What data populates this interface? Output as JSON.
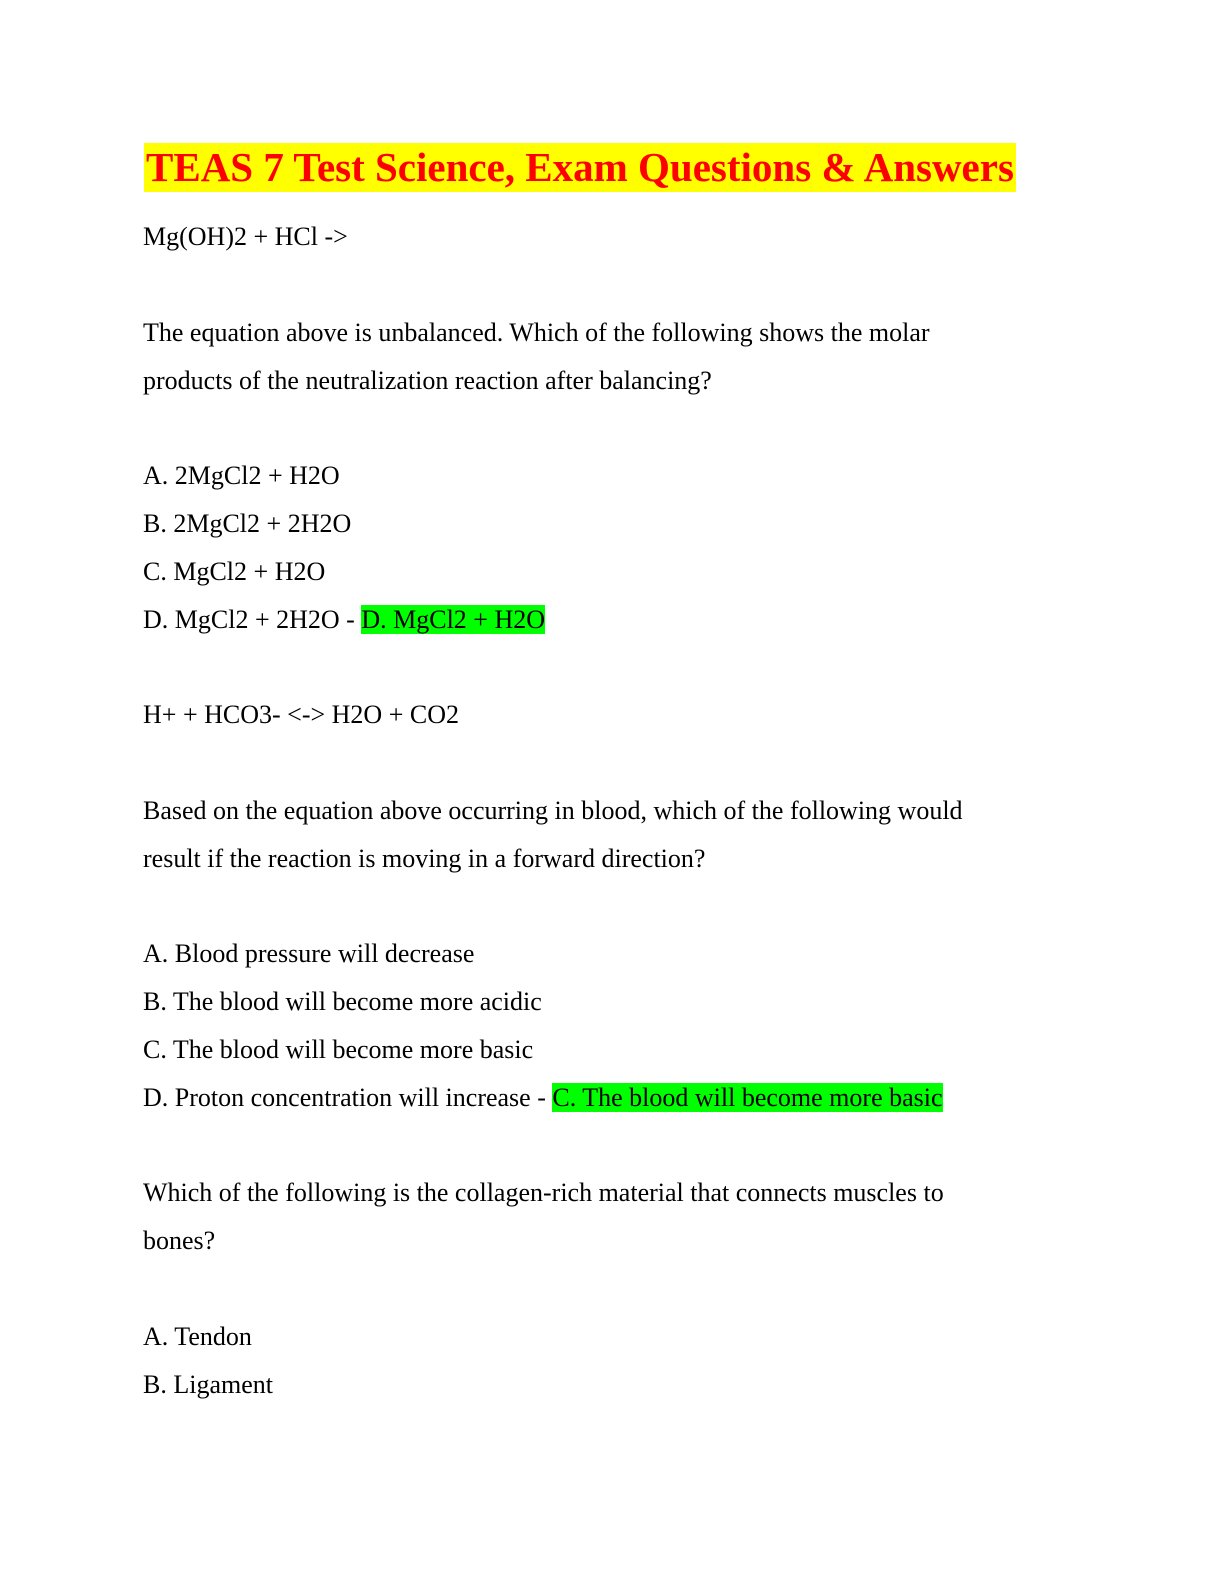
{
  "document": {
    "title": "TEAS 7 Test Science, Exam Questions & Answers",
    "colors": {
      "title_text": "#ff0000",
      "title_highlight": "#ffff00",
      "answer_highlight": "#00ff00"
    }
  },
  "q1": {
    "equation": "Mg(OH)2 + HCl ->",
    "stem_line1": "The equation above is unbalanced. Which of the following shows the molar",
    "stem_line2": "products of the neutralization reaction after balancing?",
    "option_a": "A. 2MgCl2 + H2O",
    "option_b": "B. 2MgCl2 + 2H2O",
    "option_c": "C. MgCl2 + H2O",
    "option_d": "D. MgCl2 + 2H2O - ",
    "answer": "D. MgCl2 + H2O"
  },
  "q2": {
    "equation": "H+ + HCO3- <-> H2O + CO2",
    "stem_line1": "Based on the equation above occurring in blood, which of the following would",
    "stem_line2": "result if the reaction is moving in a forward direction?",
    "option_a": "A. Blood pressure will decrease",
    "option_b": "B. The blood will become more acidic",
    "option_c": "C. The blood will become more basic",
    "option_d": "D. Proton concentration will increase - ",
    "answer": "C. The blood will become more basic"
  },
  "q3": {
    "stem_line1": "Which of the following is the collagen-rich material that connects muscles to",
    "stem_line2": "bones?",
    "option_a": "A. Tendon",
    "option_b": "B. Ligament"
  }
}
